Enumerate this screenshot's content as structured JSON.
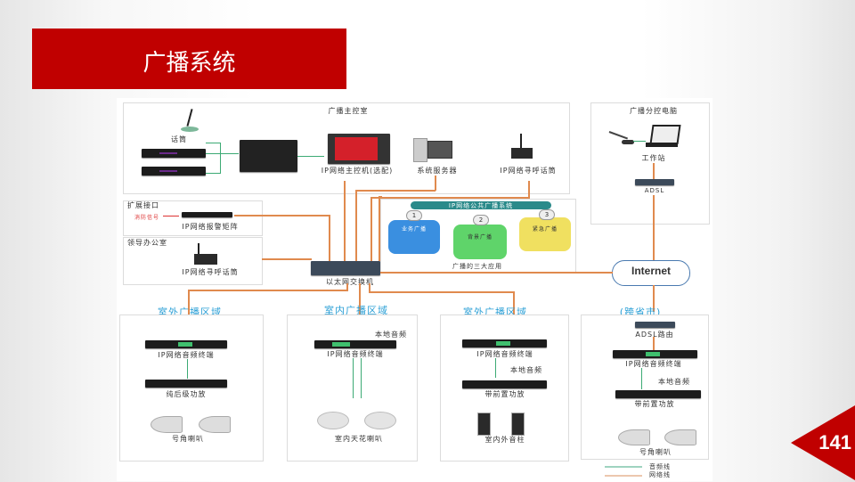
{
  "slide": {
    "title": "广播系统",
    "page_number": "141",
    "colors": {
      "title_bg": "#c00000",
      "network_line": "#e08a4e",
      "audio_line": "#3caa74",
      "zone_title": "#2a9fd6"
    }
  },
  "diagram": {
    "main_control_room": {
      "title": "广播主控室",
      "microphone_label": "话筒",
      "host_label": "IP网络主控机(选配)",
      "server_label": "系统服务器",
      "paging_mic_label": "IP网络寻呼话筒"
    },
    "extension": {
      "title": "扩展接口",
      "fire_signal": "消防信号",
      "alarm_matrix": "IP网络报警矩阵"
    },
    "leader_office": {
      "title": "领导办公室",
      "paging_mic_label": "IP网络寻呼话筒"
    },
    "switch_label": "以太网交换机",
    "public_system": {
      "title": "IP网络公共广播系统",
      "apps": [
        {
          "num": "1",
          "label": "业务广播",
          "color": "#3a8fe0"
        },
        {
          "num": "2",
          "label": "背景广播",
          "color": "#5fd46a"
        },
        {
          "num": "3",
          "label": "紧急广播",
          "color": "#f0e060"
        }
      ],
      "caption": "广播的三大应用"
    },
    "remote_pc": {
      "title": "广播分控电脑",
      "workstation_label": "工作站",
      "adsl_label": "ADSL"
    },
    "internet_label": "Internet",
    "zones": [
      {
        "title": "室外广播区域",
        "terminal": "IP网络音频终端",
        "amp": "纯后级功放",
        "speaker": "号角喇叭"
      },
      {
        "title": "室内广播区域",
        "terminal": "IP网络音频终端",
        "local_audio": "本地音频",
        "speaker": "室内天花喇叭"
      },
      {
        "title": "室外广播区域",
        "terminal": "IP网络音频终端",
        "local_audio": "本地音频",
        "amp": "带前置功放",
        "speaker": "室内外音柱"
      },
      {
        "title": "(跨省市)",
        "router": "ADSL路由",
        "terminal": "IP网络音频终端",
        "local_audio": "本地音频",
        "amp": "带前置功放",
        "speaker": "号角喇叭"
      }
    ],
    "legend": [
      {
        "label": "音频线",
        "color": "#9fd3c0"
      },
      {
        "label": "网络线",
        "color": "#ecc7ae"
      }
    ]
  }
}
